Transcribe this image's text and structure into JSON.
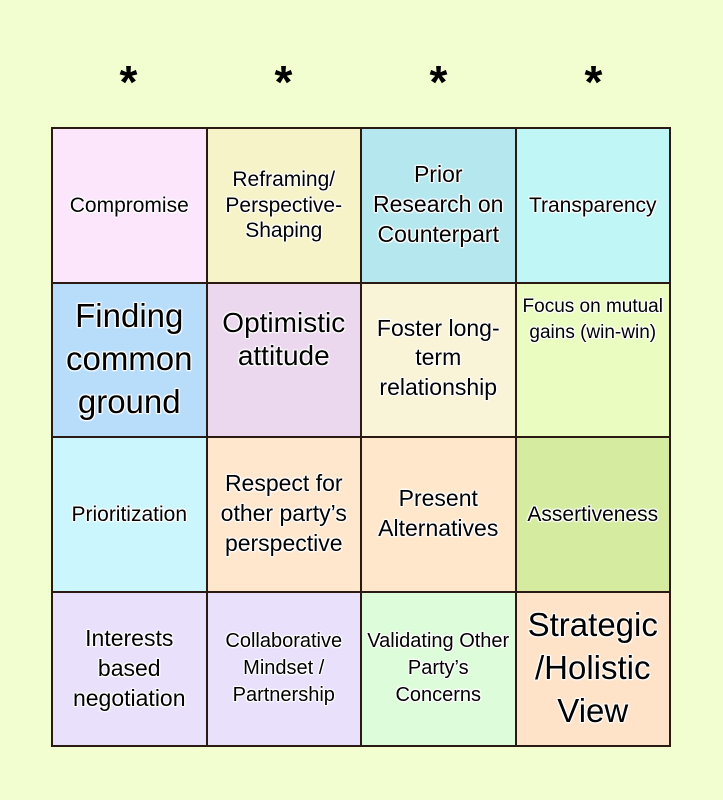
{
  "header": {
    "stars": [
      "*",
      "*",
      "*",
      "*"
    ]
  },
  "cells": [
    {
      "label": "Compromise",
      "color": "#fce6fc"
    },
    {
      "label": "Reframing/ Perspective-Shaping",
      "color": "#f6f3c8"
    },
    {
      "label": "Prior Research on Counterpart",
      "color": "#b5e8ee"
    },
    {
      "label": "Transparency",
      "color": "#c0f6f6"
    },
    {
      "label": "Finding common ground",
      "color": "#b7ddfb"
    },
    {
      "label": "Optimistic attitude",
      "color": "#ecd8ee"
    },
    {
      "label": "Foster long-term relationship",
      "color": "#f9f4d8"
    },
    {
      "label": "Focus on mutual gains (win-win)",
      "color": "#eafcc0"
    },
    {
      "label": "Prioritization",
      "color": "#ccf6fd"
    },
    {
      "label": "Respect for other party’s perspective",
      "color": "#ffe7ce"
    },
    {
      "label": "Present Alternatives",
      "color": "#ffe7cc"
    },
    {
      "label": "Assertiveness",
      "color": "#d4eba0"
    },
    {
      "label": "Interests based negotiation",
      "color": "#e9e0fc"
    },
    {
      "label": "Collaborative Mindset / Partnership",
      "color": "#e9e0fc"
    },
    {
      "label": "Validating Other Party’s Concerns",
      "color": "#ddfcd9"
    },
    {
      "label": "Strategic /Holistic View",
      "color": "#fee3c8"
    }
  ]
}
